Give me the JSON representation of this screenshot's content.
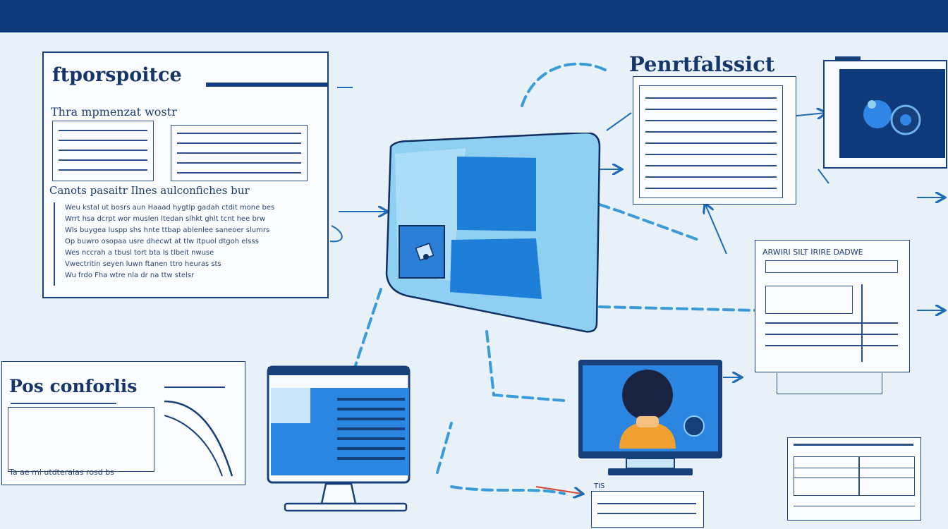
{
  "panels": {
    "top_left": {
      "title": "ftporspoitce",
      "subtitle": "Thra mpmenzat wostr",
      "heading2": "Canots pasaitr Ilnes aulconfiches bur",
      "text_lines": [
        "Weu kstal ut bosrs aun Haaad hygtlp gadah ctdit mone bes",
        "Wrrt hsa dcrpt wor muslen ltedan slhkt ghlt tcnt hee brw",
        "Wls buygea luspp shs hnte ttbap ablenlee saneoer slumrs",
        "Op buwro osopaa usre dhecwt at tlw Itpuol dtgoh elsss",
        "Wes nccrah a tbusl tort bta ls tlbeit nwuse",
        "Vwectritin seyen luwn ftanen ttro heuras sts",
        "Wu frdo Fha wtre nla dr na ttw stelsr"
      ]
    },
    "bottom_left": {
      "title": "Pos conforlis",
      "caption": "Ta ae ml utdteralas rosd bs"
    },
    "top_right": {
      "title": "Penrtfalssict"
    },
    "mid_right": {
      "header": "ARWIRI SILT IRIRE DADWE"
    },
    "bottom_center": {
      "label": "TIS"
    }
  },
  "colors": {
    "navy": "#0e3a7a",
    "accent_blue": "#1d7ad6",
    "dash_blue": "#3a9bd8",
    "background": "#e8f0f8",
    "screen_blue": "#1e6fd0",
    "skin_orange": "#f0a030"
  }
}
